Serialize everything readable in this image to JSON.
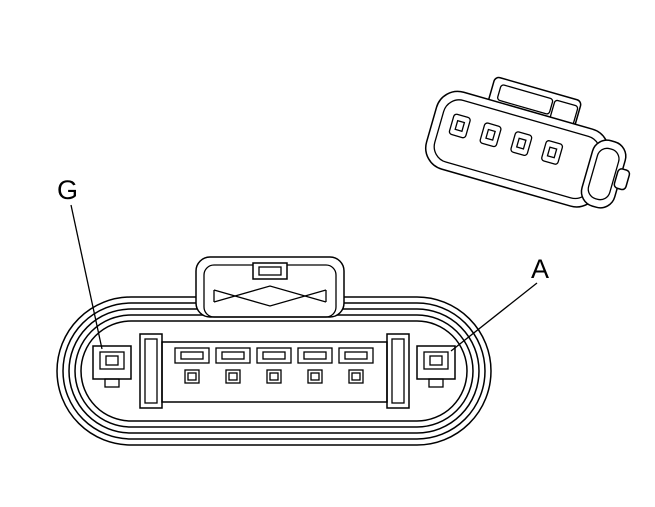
{
  "figure": {
    "type": "electrical-connector-pinout-diagram",
    "views": {
      "front_view": "connector-face-front-view",
      "perspective_view": "connector-3d-perspective-view"
    },
    "callouts": [
      {
        "id": "g",
        "label": "G",
        "points_to": "leftmost-terminal-cavity"
      },
      {
        "id": "a",
        "label": "A",
        "points_to": "rightmost-terminal-cavity"
      }
    ],
    "terminal_count_center_row": 5
  },
  "colors": {
    "line": "#000000",
    "background": "#ffffff"
  }
}
